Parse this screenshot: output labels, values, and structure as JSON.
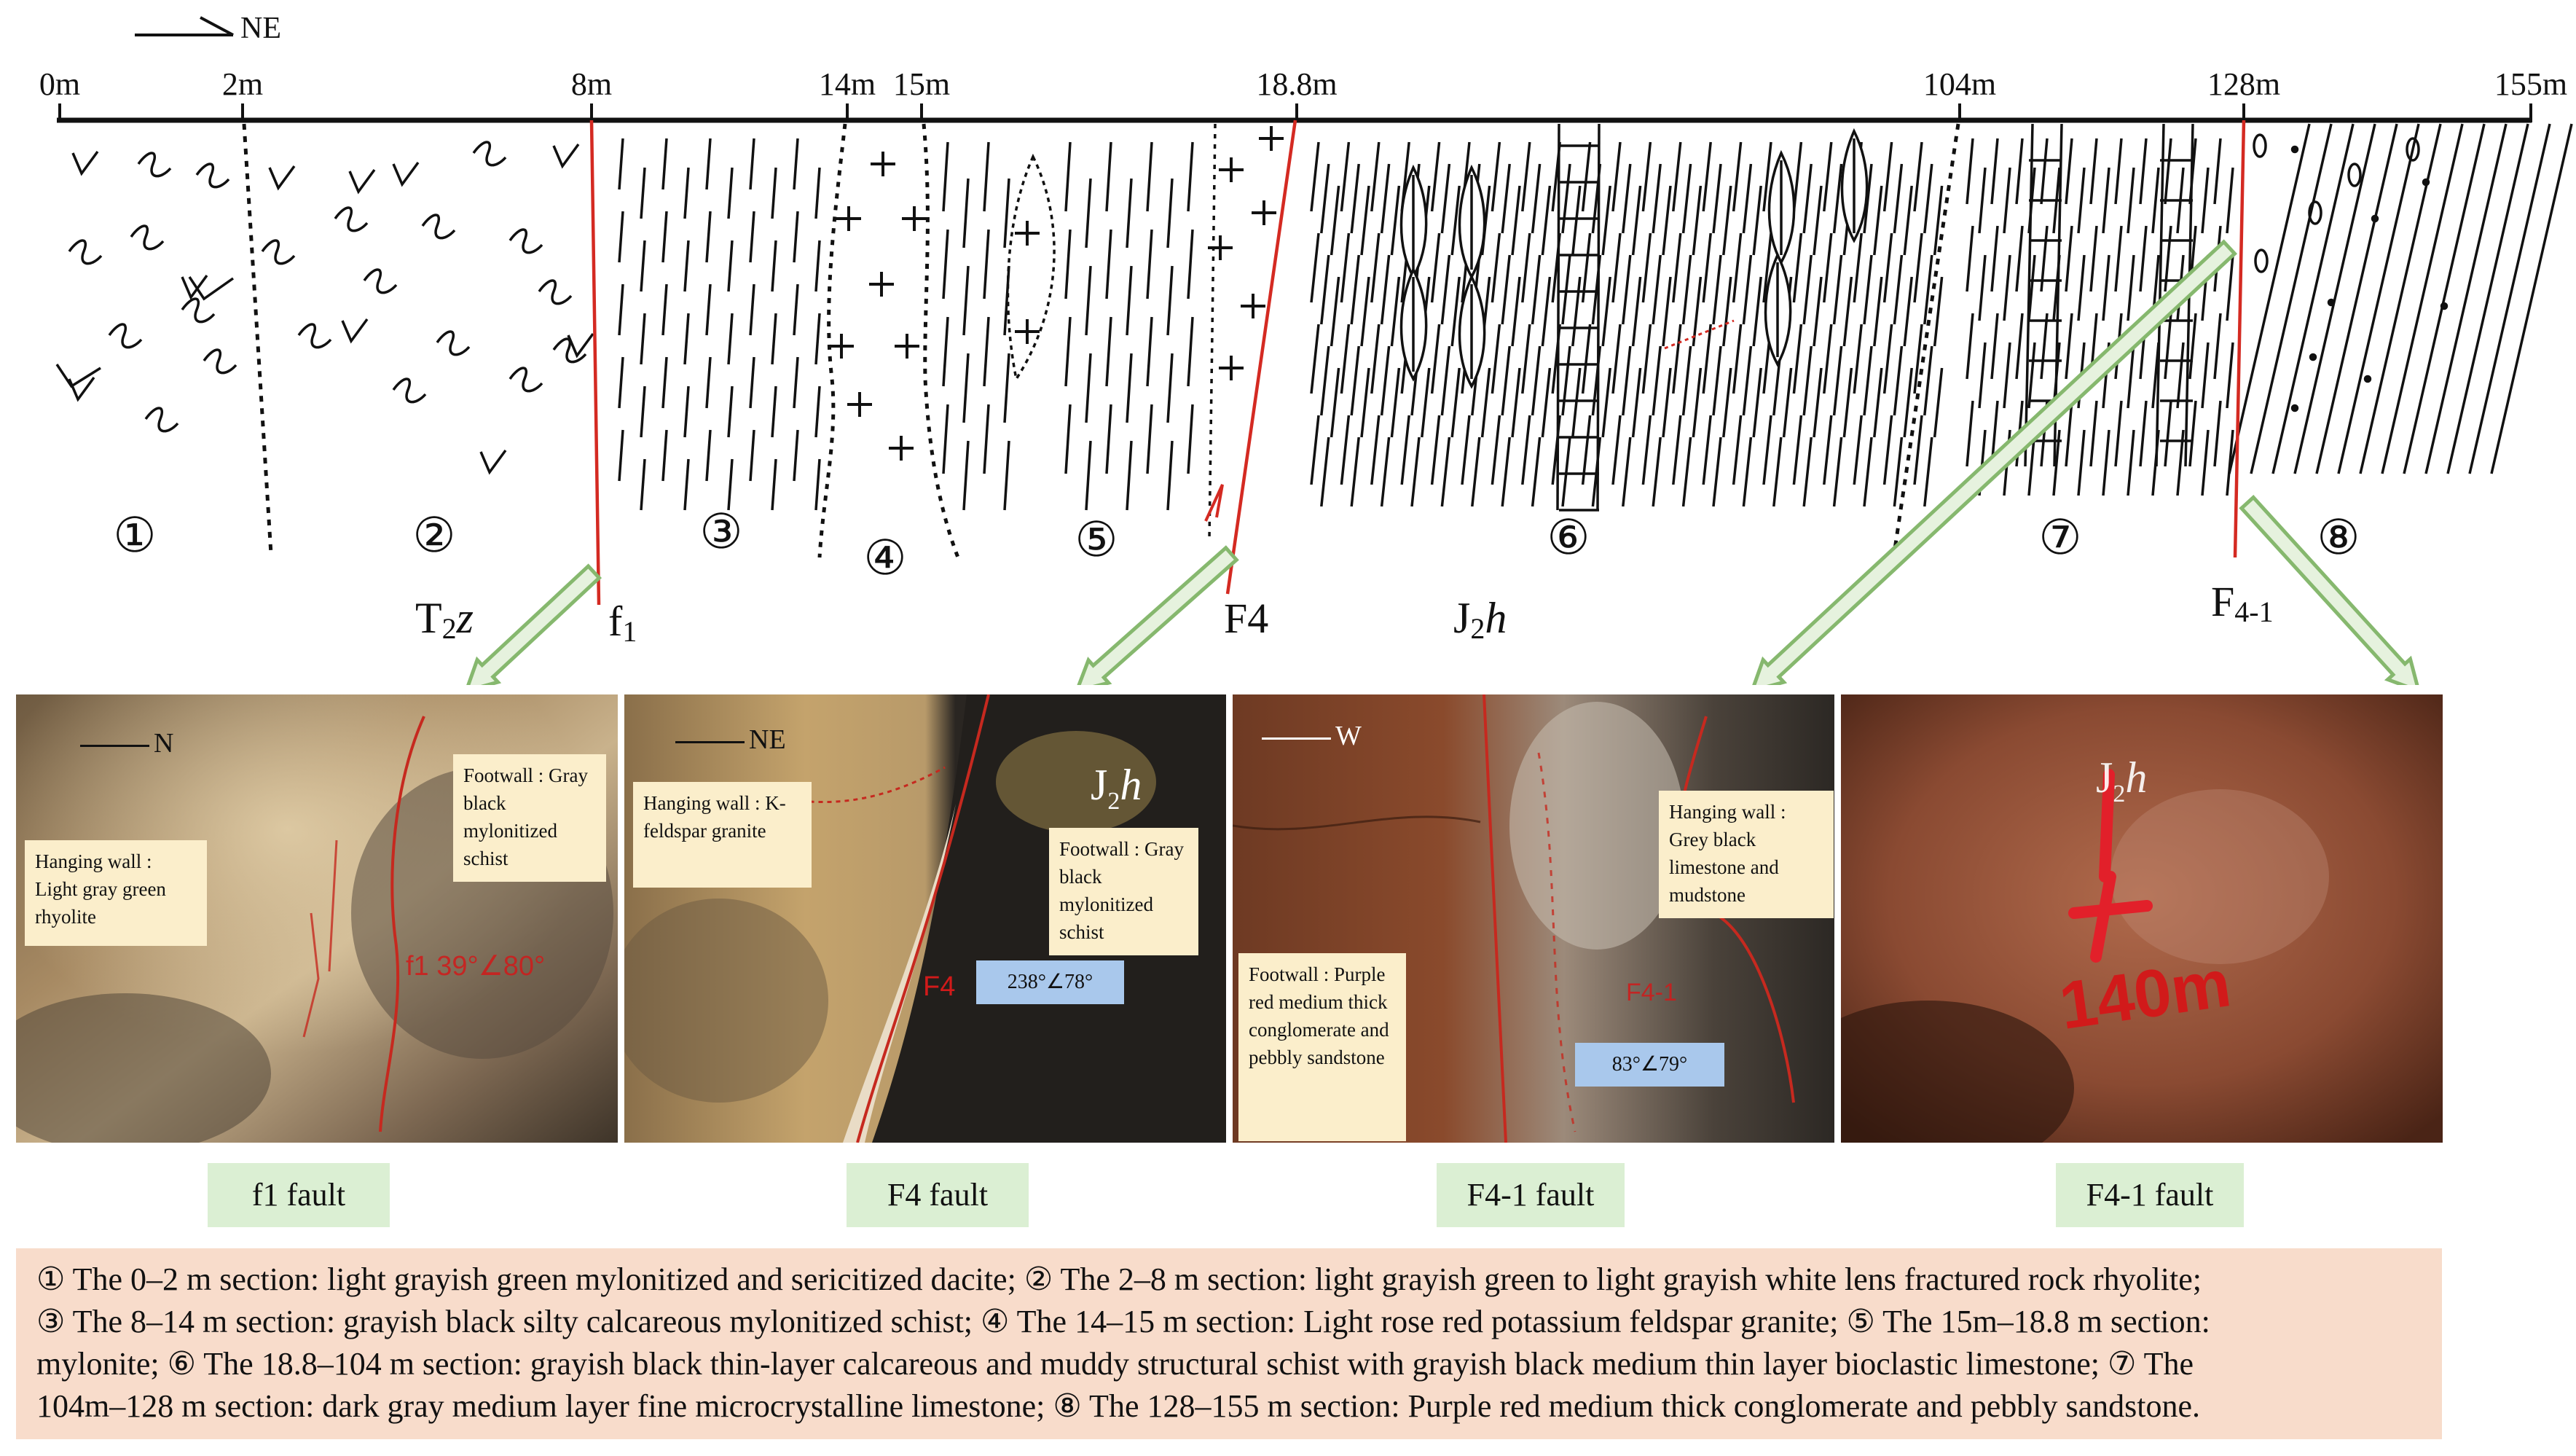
{
  "section": {
    "direction": "NE",
    "distances": [
      "0m",
      "2m",
      "8m",
      "14m",
      "15m",
      "18.8m",
      "104m",
      "128m",
      "155m"
    ],
    "units": [
      "①",
      "②",
      "③",
      "④",
      "⑤",
      "⑥",
      "⑦",
      "⑧"
    ],
    "formations": {
      "t2z": "T2z",
      "j2h": "J2h"
    },
    "faults": {
      "f1": "f1",
      "f4": "F4",
      "f41": "F4-1"
    }
  },
  "photos": [
    {
      "direction": "N",
      "hanging_wall": "Hanging wall : Light gray green rhyolite",
      "footwall": "Footwall : Gray black mylonitized schist",
      "paint": "f1 39°∠80°",
      "paint_side": "f1",
      "caption": "f1 fault"
    },
    {
      "direction": "NE",
      "hanging_wall": "Hanging wall : K-feldspar granite",
      "footwall": "Footwall : Gray black mylonitized schist",
      "formation": "J2h",
      "attitude": "238°∠78°",
      "paint": "F4",
      "caption": "F4 fault"
    },
    {
      "direction": "W",
      "hanging_wall": "Hanging wall : Grey black limestone and mudstone",
      "footwall": "Footwall : Purple red medium thick conglomerate and pebbly sandstone",
      "attitude": "83°∠79°",
      "paint": "F4-1",
      "caption": "F4-1 fault"
    },
    {
      "formation": "J2h",
      "paint": "140m",
      "caption": "F4-1 fault"
    }
  ],
  "caption": {
    "line1": "① The 0–2 m section: light grayish green mylonitized and sericitized dacite; ② The 2–8 m section: light grayish green to light grayish white lens fractured rock rhyolite;",
    "line2": "③ The 8–14 m section: grayish black silty calcareous mylonitized schist; ④ The 14–15 m section: Light rose red potassium feldspar granite; ⑤ The 15m–18.8 m section:",
    "line3": "mylonite; ⑥ The 18.8–104 m section: grayish black thin-layer calcareous and muddy structural schist with grayish black medium thin layer bioclastic limestone; ⑦ The",
    "line4": "104m–128 m section: dark gray medium layer fine microcrystalline limestone; ⑧ The 128–155 m section: Purple red medium thick conglomerate and pebbly sandstone."
  },
  "colors": {
    "fault_red": "#d42a22",
    "arrow_green": "#86b86e",
    "arrow_fill": "#e6f2de",
    "label_green": "#dbefd3",
    "note_yellow": "#fbeecb",
    "measure_blue": "#a9c8ec",
    "caption_bg": "#f8dccb"
  }
}
